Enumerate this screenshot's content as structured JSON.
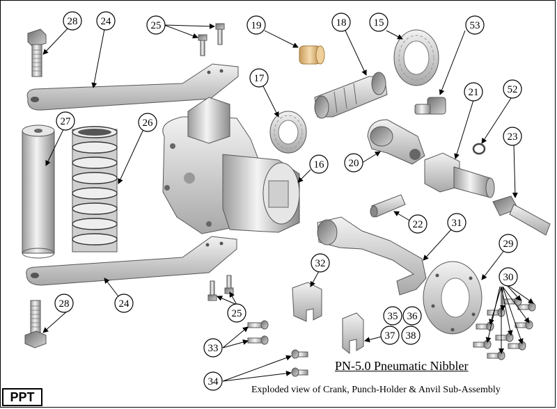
{
  "badge": "PPT",
  "title": "PN-5.0 Pneumatic Nibbler",
  "subtitle": "Exploded view of Crank, Punch-Holder & Anvil Sub-Assembly",
  "callouts": [
    "28",
    "24",
    "25",
    "19",
    "18",
    "15",
    "53",
    "17",
    "52",
    "21",
    "27",
    "26",
    "16",
    "20",
    "23",
    "22",
    "31",
    "29",
    "32",
    "24",
    "28",
    "25",
    "30",
    "35",
    "36",
    "37",
    "38",
    "33",
    "34"
  ],
  "colors": {
    "metal": "#d9d9d9",
    "bronze": "#e8c28c",
    "outline": "#555555"
  }
}
